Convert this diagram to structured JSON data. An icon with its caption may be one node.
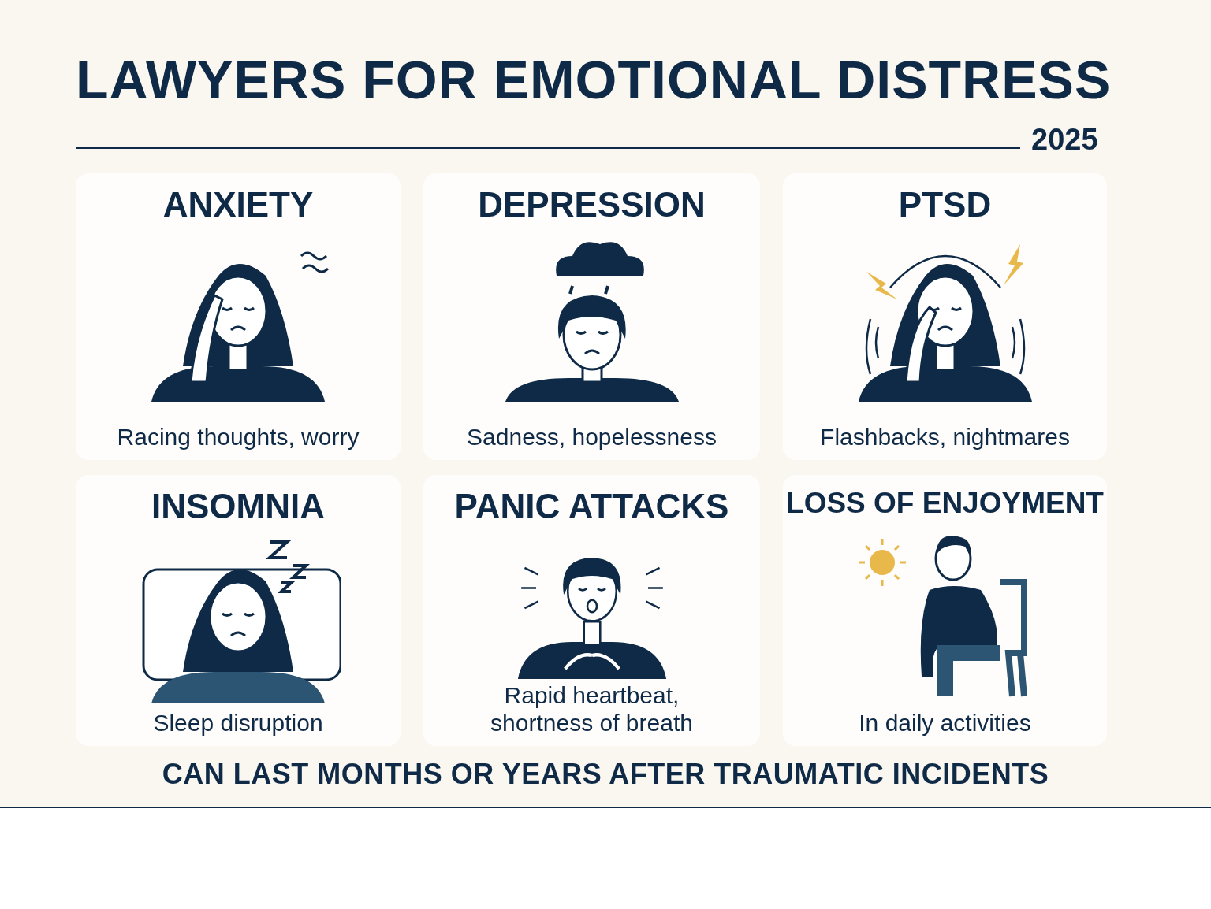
{
  "diagram": {
    "title": "LAWYERS FOR EMOTIONAL DISTRESS",
    "nodes": [
      {
        "text": [
          "ANXIETY",
          "Racing thoughts, worry"
        ]
      },
      {
        "text": [
          "DEPRESSION",
          "Sadness, hopelessness"
        ]
      },
      {
        "text": [
          "PTSD",
          "Flashbacks, nightmares"
        ]
      },
      {
        "text": [
          "INSOMNIA",
          "Sleep disruption"
        ]
      },
      {
        "text": [
          "PANIC ATTACKS",
          "Rapid heartbeat, shortness of breath"
        ]
      },
      {
        "text": [
          "LOSS OF ENJOYMENT",
          "In daily activities"
        ]
      }
    ],
    "labels": [
      "2025",
      "CAN LAST MONTHS OR YEARS AFTER TRAUMATIC INCIDENTS"
    ]
  }
}
